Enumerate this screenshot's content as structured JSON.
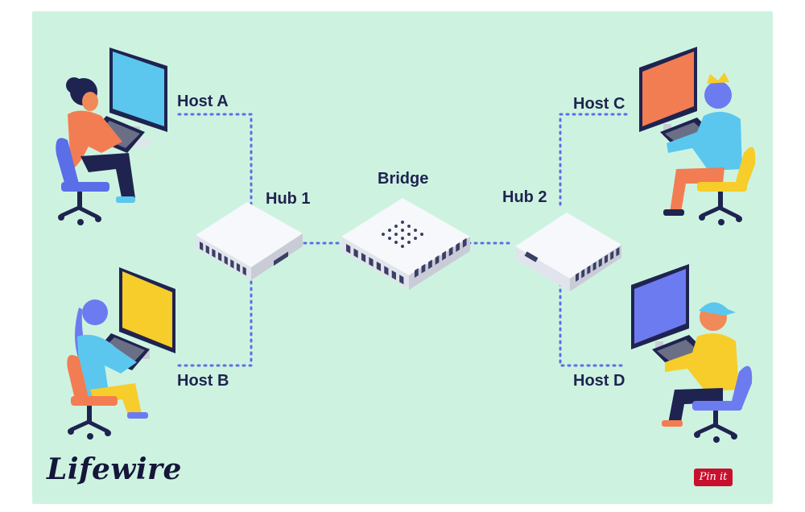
{
  "labels": {
    "host_a": "Host A",
    "host_b": "Host B",
    "host_c": "Host C",
    "host_d": "Host D",
    "hub_1": "Hub 1",
    "hub_2": "Hub 2",
    "bridge": "Bridge"
  },
  "brand": {
    "logo_text": "Lifewire",
    "pin_label": "Pin it"
  },
  "colors": {
    "background": "#cdf3e0",
    "label_text": "#1f2350",
    "connector": "#5a6ee8",
    "monitor_host_a": "#5bc7ee",
    "monitor_host_b": "#f6cd2a",
    "monitor_host_c": "#f37d52",
    "monitor_host_d": "#6d7bf0",
    "pin_button": "#c8102e"
  }
}
